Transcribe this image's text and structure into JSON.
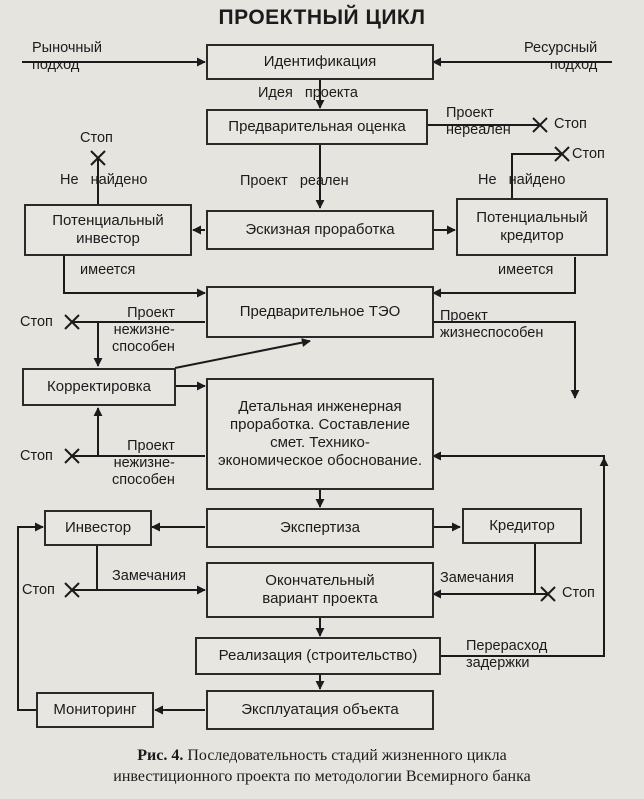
{
  "title": "ПРОЕКТНЫЙ ЦИКЛ",
  "boxes": {
    "identification": "Идентификация",
    "prelim_assessment": "Предварительная оценка",
    "sketch_design": "Эскизная проработка",
    "potential_investor": "Потенциальный инвестор",
    "potential_creditor": "Потенциальный кредитор",
    "prelim_feasibility": "Предварительное ТЭО",
    "correction": "Корректировка",
    "detailed_engineering": "Детальная инженерная проработка. Составление смет. Технико-экономическое обоснование.",
    "expertise": "Экспертиза",
    "investor": "Инвестор",
    "creditor": "Кредитор",
    "final_variant": "Окончательный вариант проекта",
    "implementation": "Реализация (строительство)",
    "monitoring": "Мониторинг",
    "operation": "Эксплуатация объекта"
  },
  "labels": {
    "market_approach": "Рыночный\nподход",
    "resource_approach": "Ресурсный\nподход",
    "project_idea": "Идея   проекта",
    "project_unrealistic": "Проект\nнереален",
    "project_realistic": "Проект   реален",
    "not_found_left": "Не   найдено",
    "not_found_right": "Не   найдено",
    "available_left": "имеется",
    "available_right": "имеется",
    "not_viable_1": "Проект\nнежизне-\nспособен",
    "viable": "Проект\nжизнеспособен",
    "not_viable_2": "Проект\nнежизне-\nспособен",
    "remarks_left": "Замечания",
    "remarks_right": "Замечания",
    "overrun": "Перерасход\nзадержки",
    "stop": "Стоп"
  },
  "caption": {
    "prefix": "Рис. 4.",
    "line1": "Последовательность стадий жизненного цикла",
    "line2": "инвестиционного проекта по методологии Всемирного банка"
  }
}
